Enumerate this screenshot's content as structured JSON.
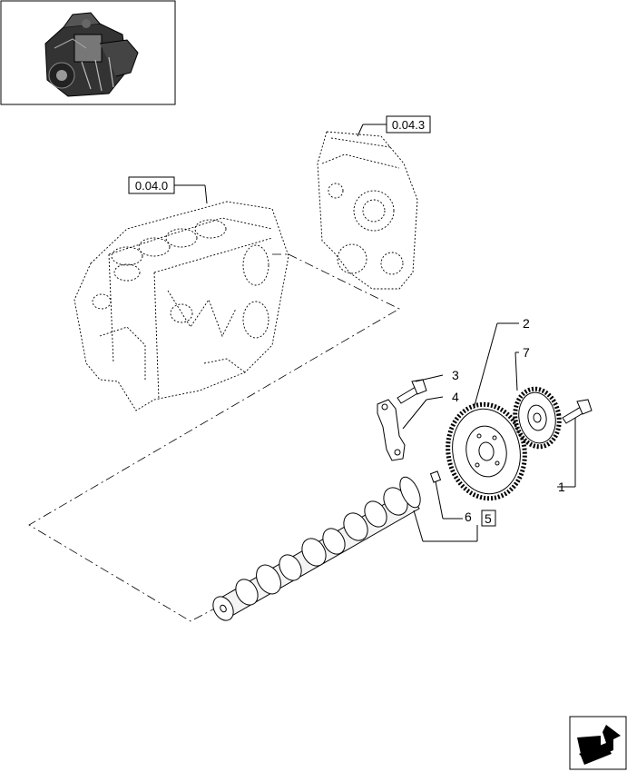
{
  "references": {
    "block": "0.04.0",
    "cover": "0.04.3"
  },
  "callouts": {
    "p1": "1",
    "p2": "2",
    "p3": "3",
    "p4": "4",
    "p5": "5",
    "p6": "6",
    "p7": "7"
  },
  "icons": {
    "thumbnail": "engine-thumbnail-icon",
    "navigation": "next-page-arrow-icon"
  }
}
